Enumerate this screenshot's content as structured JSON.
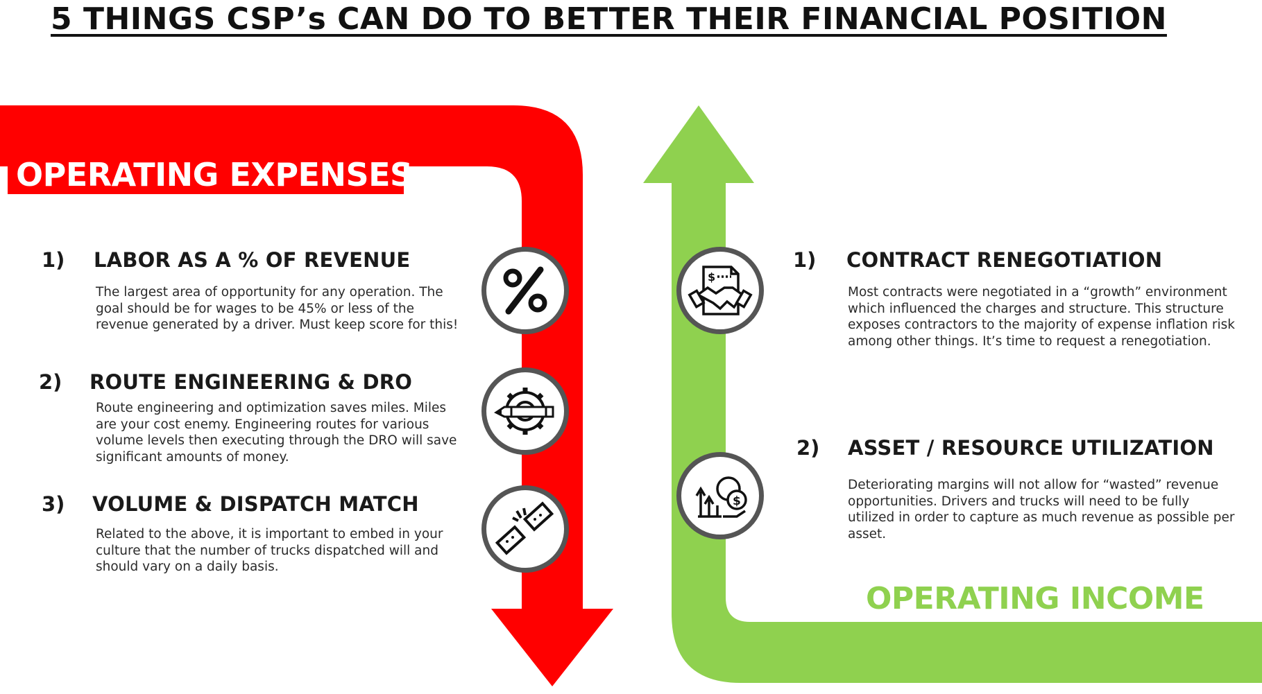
{
  "title": "5 THINGS CSP’s CAN DO TO BETTER THEIR FINANCIAL POSITION",
  "colors": {
    "expense": "#ff0000",
    "income": "#8fd14f",
    "icon_border": "#555555"
  },
  "operating_expenses": {
    "label": "OPERATING EXPENSES",
    "items": [
      {
        "num": "1)",
        "heading": "LABOR AS A % OF REVENUE",
        "body": "The largest area of opportunity for any operation. The goal should be for wages to be 45% or less of the revenue generated by a driver. Must keep score for this!",
        "icon": "percent-icon"
      },
      {
        "num": "2)",
        "heading": "ROUTE ENGINEERING & DRO",
        "body": "Route engineering and optimization saves miles. Miles are your cost enemy. Engineering routes for various volume levels then executing through the DRO will save significant amounts of money.",
        "icon": "gear-pencil-icon"
      },
      {
        "num": "3)",
        "heading": "VOLUME & DISPATCH MATCH",
        "body": "Related to the above, it is important to embed in your culture that the number of trucks dispatched will  and should vary on a daily basis.",
        "icon": "puzzle-match-icon"
      }
    ]
  },
  "operating_income": {
    "label": "OPERATING INCOME",
    "items": [
      {
        "num": "1)",
        "heading": "CONTRACT RENEGOTIATION",
        "body": "Most contracts were negotiated in a “growth” environment which influenced the charges and structure. This structure exposes contractors to the majority of expense inflation risk among other things. It’s time to request a renegotiation.",
        "icon": "contract-handshake-icon"
      },
      {
        "num": "2)",
        "heading": "ASSET / RESOURCE UTILIZATION",
        "body": "Deteriorating margins will not allow for “wasted” revenue opportunities. Drivers and trucks will need to be fully utilized in order to capture as much revenue as possible per asset.",
        "icon": "money-growth-icon"
      }
    ]
  }
}
